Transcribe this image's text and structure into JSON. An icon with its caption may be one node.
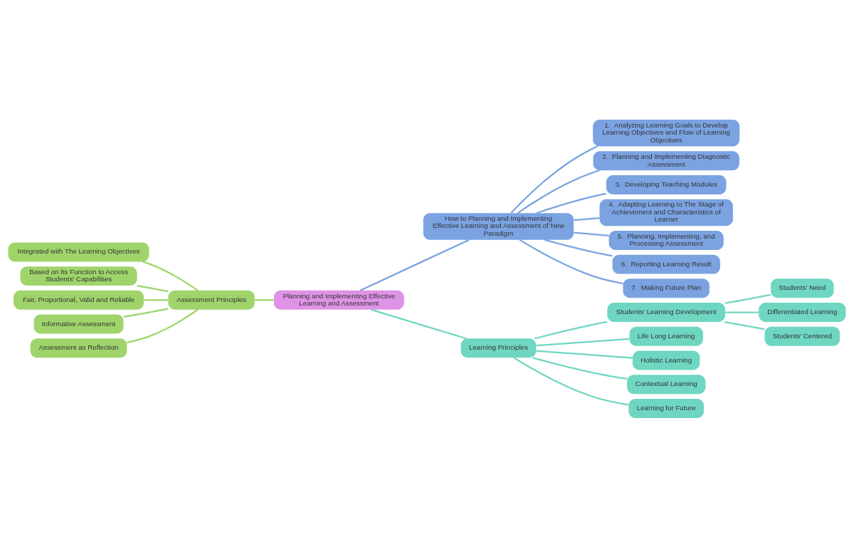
{
  "diagram": {
    "nodes": [
      {
        "text": [
          "Planning and Implementing Effective Learning and Assessment"
        ]
      },
      {
        "text": [
          "How to Planning and Implementing Effective Learning and Assessment of New Paradigm"
        ]
      },
      {
        "text": [
          "1.  Analyzing Learning Goals to Develop Learning Objectives and Flow of Learning Objectives"
        ]
      },
      {
        "text": [
          "2.  Planning and Implementing Diagnostic Assessment"
        ]
      },
      {
        "text": [
          "3.  Developing Teaching Modules"
        ]
      },
      {
        "text": [
          "4.  Adapting Learning to The Stage of Achievement and Characteristics of Learner"
        ]
      },
      {
        "text": [
          "5.  Planning, Implementing, and Processing Assessment"
        ]
      },
      {
        "text": [
          "6.  Reporting Learning Result"
        ]
      },
      {
        "text": [
          "7.  Making Future Plan"
        ]
      },
      {
        "text": [
          "Assessment Principles"
        ]
      },
      {
        "text": [
          "Integrated with The Learning Objectives"
        ]
      },
      {
        "text": [
          "Based on Its Function to Access Students' Capabilities"
        ]
      },
      {
        "text": [
          "Fair, Proportional, Valid and Reliable"
        ]
      },
      {
        "text": [
          "Informative Assessment"
        ]
      },
      {
        "text": [
          "Assessment as Reflection"
        ]
      },
      {
        "text": [
          "Learning Principles"
        ]
      },
      {
        "text": [
          "Students' Learning Development"
        ]
      },
      {
        "text": [
          "Students' Need"
        ]
      },
      {
        "text": [
          "Differentiated Learning"
        ]
      },
      {
        "text": [
          "Students' Centered"
        ]
      },
      {
        "text": [
          "Life Long Learning"
        ]
      },
      {
        "text": [
          "Holistic Learning"
        ]
      },
      {
        "text": [
          "Contextual Learning"
        ]
      },
      {
        "text": [
          "Learning for Future"
        ]
      }
    ],
    "edges": [
      {
        "from": 0,
        "to": 1,
        "arrow": "none",
        "color": "#7ba3e2"
      },
      {
        "from": 1,
        "to": 2,
        "arrow": "none",
        "color": "#7ba3e2"
      },
      {
        "from": 1,
        "to": 3,
        "arrow": "none",
        "color": "#7ba3e2"
      },
      {
        "from": 1,
        "to": 4,
        "arrow": "none",
        "color": "#7ba3e2"
      },
      {
        "from": 1,
        "to": 5,
        "arrow": "none",
        "color": "#7ba3e2"
      },
      {
        "from": 1,
        "to": 6,
        "arrow": "none",
        "color": "#7ba3e2"
      },
      {
        "from": 1,
        "to": 7,
        "arrow": "none",
        "color": "#7ba3e2"
      },
      {
        "from": 1,
        "to": 8,
        "arrow": "none",
        "color": "#7ba3e2"
      },
      {
        "from": 9,
        "to": 0,
        "arrow": "none",
        "color": "#9fd46b"
      },
      {
        "from": 10,
        "to": 9,
        "arrow": "none",
        "color": "#9fd46b"
      },
      {
        "from": 11,
        "to": 9,
        "arrow": "none",
        "color": "#9fd46b"
      },
      {
        "from": 12,
        "to": 9,
        "arrow": "none",
        "color": "#9fd46b"
      },
      {
        "from": 13,
        "to": 9,
        "arrow": "none",
        "color": "#9fd46b"
      },
      {
        "from": 14,
        "to": 9,
        "arrow": "none",
        "color": "#9fd46b"
      },
      {
        "from": 0,
        "to": 15,
        "arrow": "none",
        "color": "#6fd6c1"
      },
      {
        "from": 15,
        "to": 16,
        "arrow": "none",
        "color": "#6fd6c1"
      },
      {
        "from": 16,
        "to": 17,
        "arrow": "none",
        "color": "#6fd6c1"
      },
      {
        "from": 16,
        "to": 18,
        "arrow": "none",
        "color": "#6fd6c1"
      },
      {
        "from": 16,
        "to": 19,
        "arrow": "none",
        "color": "#6fd6c1"
      },
      {
        "from": 15,
        "to": 20,
        "arrow": "none",
        "color": "#6fd6c1"
      },
      {
        "from": 15,
        "to": 21,
        "arrow": "none",
        "color": "#6fd6c1"
      },
      {
        "from": 15,
        "to": 22,
        "arrow": "none",
        "color": "#6fd6c1"
      },
      {
        "from": 15,
        "to": 23,
        "arrow": "none",
        "color": "#6fd6c1"
      }
    ]
  }
}
